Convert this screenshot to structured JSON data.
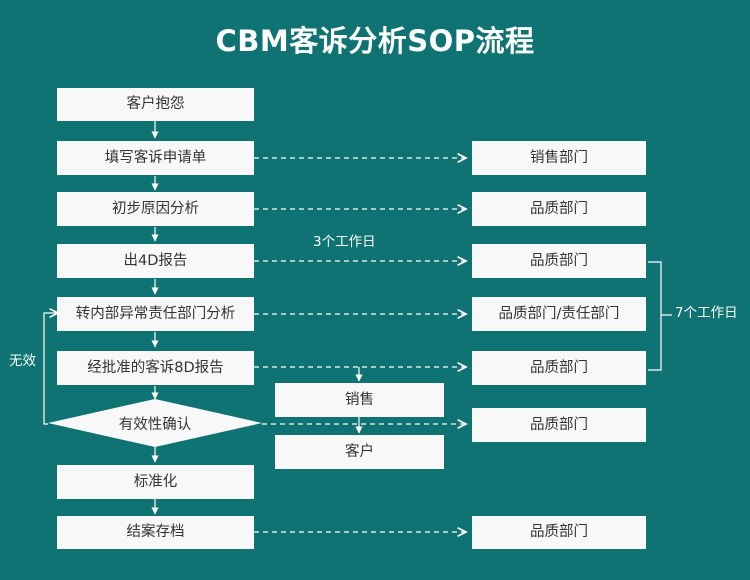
{
  "header": {
    "title": "CBM客诉分析SOP流程"
  },
  "colors": {
    "background": "#0e7372",
    "node_fill": "#f8f8f8",
    "node_text": "#333333",
    "line": "#ffffff",
    "title_text": "#ffffff"
  },
  "flow": {
    "main_steps": [
      {
        "label": "客户抱怨"
      },
      {
        "label": "填写客诉申请单"
      },
      {
        "label": "初步原因分析"
      },
      {
        "label": "出4D报告"
      },
      {
        "label": "转内部异常责任部门分析"
      },
      {
        "label": "经批准的客诉8D报告"
      }
    ],
    "decision": {
      "label": "有效性确认"
    },
    "tail_steps": [
      {
        "label": "标准化"
      },
      {
        "label": "结案存档"
      }
    ],
    "middle_steps": [
      {
        "label": "销售"
      },
      {
        "label": "客户"
      }
    ],
    "owners": [
      {
        "label": "销售部门"
      },
      {
        "label": "品质部门"
      },
      {
        "label": "品质部门"
      },
      {
        "label": "品质部门/责任部门"
      },
      {
        "label": "品质部门"
      },
      {
        "label": "品质部门"
      },
      {
        "label": "品质部门"
      }
    ],
    "annotations": {
      "lead_time_3": "3个工作日",
      "lead_time_7": "7个工作日",
      "invalid_loop": "无效"
    }
  }
}
